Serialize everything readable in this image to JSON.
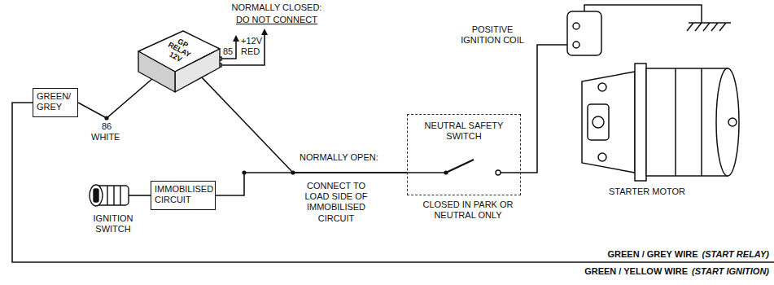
{
  "diagram": {
    "nodes": [
      {
        "text": [
          "GP RELAY 12V"
        ]
      },
      {
        "text": [
          "GREEN/ GREY"
        ]
      },
      {
        "text": [
          "IMMOBILISED CIRCUIT"
        ]
      },
      {
        "text": [
          "NEUTRAL SAFETY SWITCH"
        ]
      }
    ],
    "edges": [
      {
        "from": 1,
        "to": 0,
        "arrow": "none"
      },
      {
        "from": 0,
        "to": 3,
        "arrow": "none"
      },
      {
        "from": 2,
        "to": 3,
        "arrow": "none"
      }
    ],
    "labels": [
      "NORMALLY CLOSED:",
      "DO NOT CONNECT",
      "+12V",
      "RED",
      "85",
      "86",
      "WHITE",
      "IGNITION SWITCH",
      "NORMALLY OPEN:",
      "CONNECT TO LOAD SIDE OF IMMOBILISED CIRCUIT",
      "CLOSED IN PARK OR NEUTRAL ONLY",
      "POSITIVE IGNITION COIL",
      "STARTER MOTOR",
      "GREEN / GREY WIRE",
      "(START RELAY)",
      "GREEN / YELLOW WIRE",
      "(START IGNITION)"
    ]
  }
}
